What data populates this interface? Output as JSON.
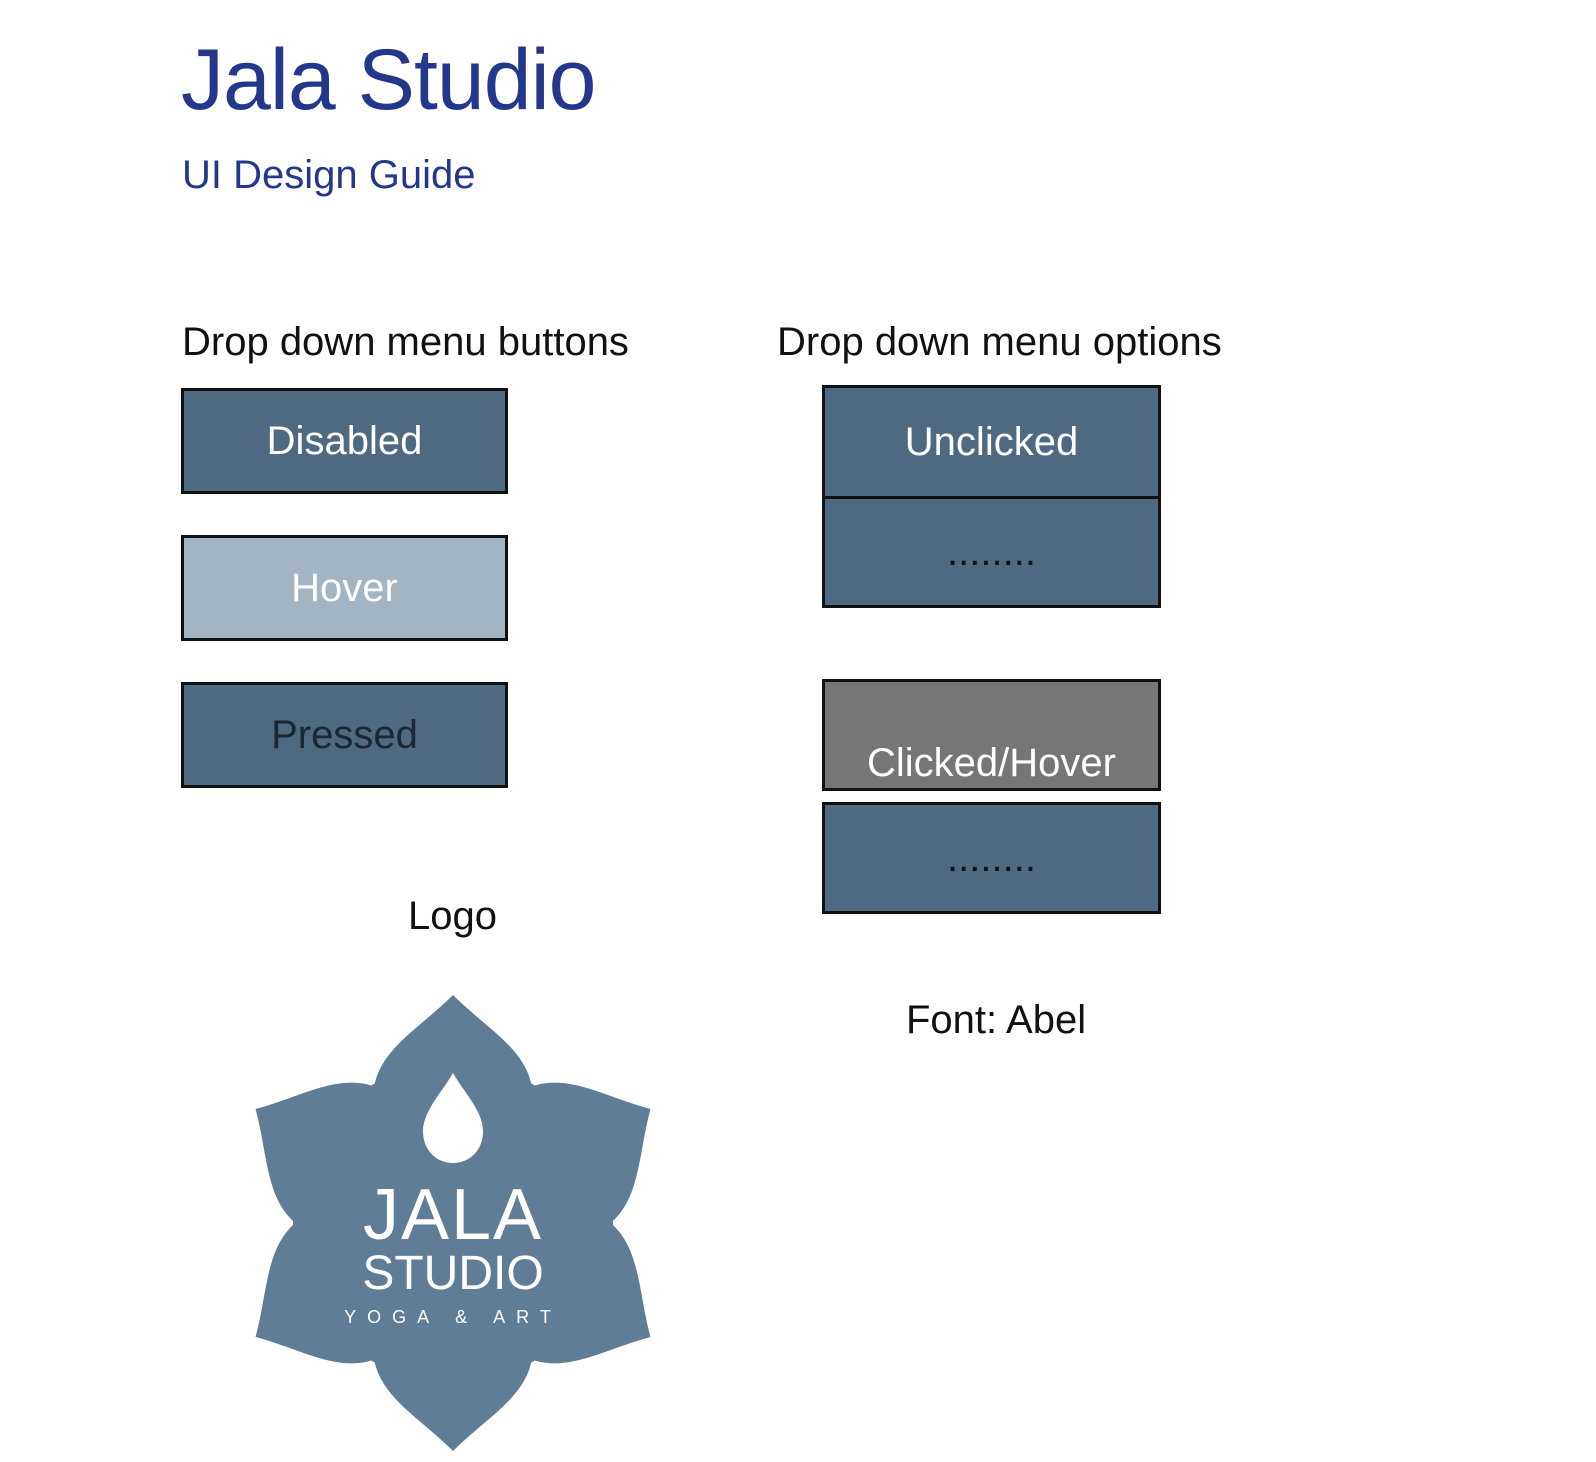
{
  "header": {
    "title": "Jala Studio",
    "subtitle": "UI Design Guide"
  },
  "buttons_section": {
    "heading": "Drop down menu buttons",
    "states": [
      {
        "label": "Disabled",
        "color": "#4e6a83"
      },
      {
        "label": "Hover",
        "color": "#a3b4c3"
      },
      {
        "label": "Pressed",
        "color": "#4e6a83"
      }
    ]
  },
  "options_section": {
    "heading": "Drop down menu options",
    "group1": {
      "top_label": "Unclicked",
      "bottom_label": "........"
    },
    "group2": {
      "top_label": "Clicked/Hover",
      "bottom_label": "........"
    },
    "colors": {
      "option": "#4e6a83",
      "clicked": "#767676"
    }
  },
  "logo_section": {
    "label": "Logo",
    "logo_text_line1": "JALA",
    "logo_text_line2": "STUDIO",
    "logo_text_line3": "YOGA & ART",
    "logo_color": "#607d98"
  },
  "font_note": "Font: Abel",
  "colors": {
    "title": "#23388a",
    "text": "#111111"
  }
}
